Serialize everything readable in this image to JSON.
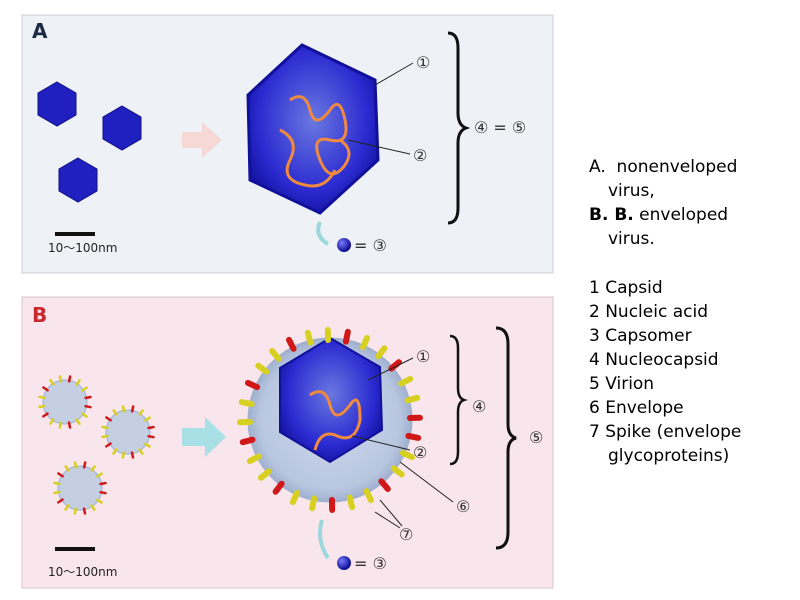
{
  "panel_a": {
    "label": "A",
    "callout_1": "①",
    "callout_2": "②",
    "equation": "④ = ⑤",
    "scale": "10～100nm",
    "capsomer_eq": "= ③"
  },
  "panel_b": {
    "label": "B",
    "callout_1": "①",
    "callout_2": "②",
    "callout_4": "④",
    "callout_5": "⑤",
    "callout_6": "⑥",
    "callout_7": "⑦",
    "scale": "10～100nm",
    "capsomer_eq": "= ③"
  },
  "legend": {
    "a_prefix": "A.",
    "a_text_1": "nonenveloped",
    "a_text_2": "virus,",
    "b_prefix": "B. B.",
    "b_text_1": "enveloped",
    "b_text_2": "virus.",
    "items": [
      "1 Capsid",
      "2 Nucleic acid",
      "3 Capsomer",
      "4 Nucleocapsid",
      "5 Virion",
      "6 Envelope",
      "7 Spike (envelope"
    ],
    "item7_cont": "glycoproteins)"
  },
  "colors": {
    "capsid": "#1a1ab8",
    "nucleic": "#f08a40",
    "panel_a_bg": "#eef2f6",
    "panel_b_bg": "#f9e6ec",
    "label_a": "#1c2a44",
    "label_b": "#c8282e"
  }
}
